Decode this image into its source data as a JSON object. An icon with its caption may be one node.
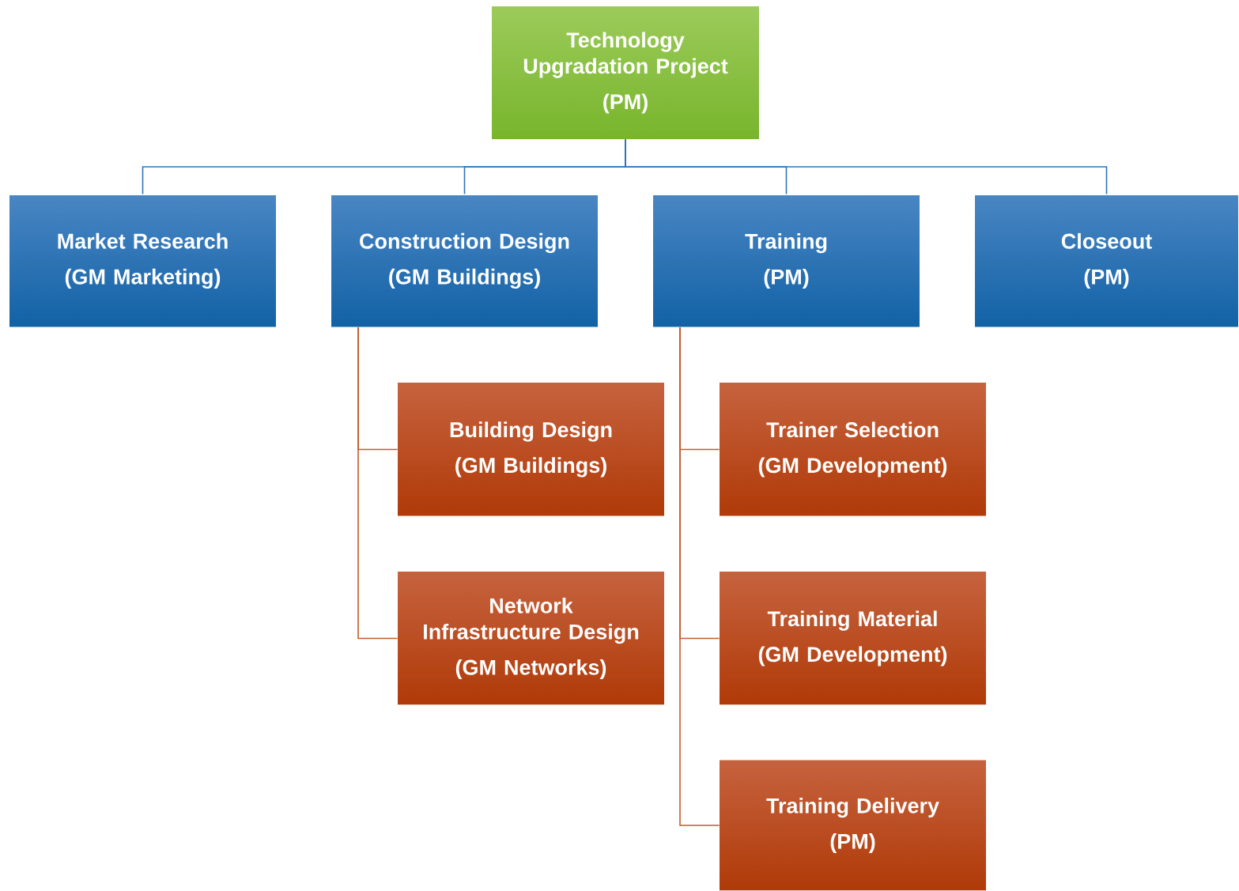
{
  "diagram": {
    "nodes": [
      {
        "text": [
          "Technology Upgradation Project",
          "(PM)"
        ]
      },
      {
        "text": [
          "Market Research",
          "(GM Marketing)"
        ]
      },
      {
        "text": [
          "Construction Design",
          "(GM Buildings)"
        ]
      },
      {
        "text": [
          "Training",
          "(PM)"
        ]
      },
      {
        "text": [
          "Closeout",
          "(PM)"
        ]
      },
      {
        "text": [
          "Building Design",
          "(GM Buildings)"
        ]
      },
      {
        "text": [
          "Network Infrastructure Design",
          "(GM Networks)"
        ]
      },
      {
        "text": [
          "Trainer Selection",
          "(GM Development)"
        ]
      },
      {
        "text": [
          "Training Material",
          "(GM Development)"
        ]
      },
      {
        "text": [
          "Training Delivery",
          "(PM)"
        ]
      }
    ],
    "edges": [
      {
        "from": 0,
        "to": 1,
        "arrow": "none",
        "color": "#2e75b6"
      },
      {
        "from": 0,
        "to": 2,
        "arrow": "none",
        "color": "#2e75b6"
      },
      {
        "from": 0,
        "to": 3,
        "arrow": "none",
        "color": "#2e75b6"
      },
      {
        "from": 0,
        "to": 4,
        "arrow": "none",
        "color": "#2e75b6"
      },
      {
        "from": 2,
        "to": 5,
        "arrow": "none"
      },
      {
        "from": 2,
        "to": 6,
        "arrow": "none"
      },
      {
        "from": 3,
        "to": 7,
        "arrow": "none"
      },
      {
        "from": 3,
        "to": 8,
        "arrow": "none"
      },
      {
        "from": 3,
        "to": 9,
        "arrow": "none"
      }
    ]
  }
}
